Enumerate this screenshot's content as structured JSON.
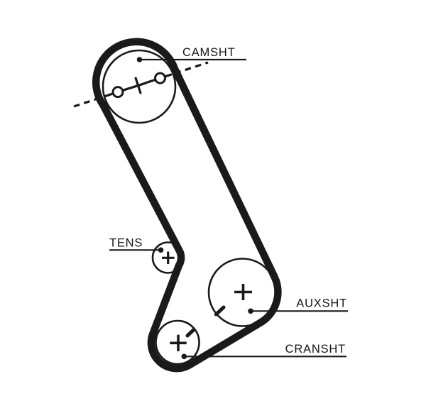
{
  "diagram": {
    "title": "timing-belt-routing-diagram",
    "background_color": "#ffffff",
    "ink_color": "#1a1a1a",
    "labels": {
      "camsht": "CAMSHT",
      "tens": "TENS",
      "auxsht": "AUXSHT",
      "cransht": "CRANSHT"
    },
    "pulleys": [
      {
        "id": "camshaft",
        "label": "CAMSHT",
        "marks": "alignment-dashed-line, two-circle-marks, center-cross"
      },
      {
        "id": "tensioner",
        "label": "TENS",
        "marks": "center-cross"
      },
      {
        "id": "auxiliary-shaft",
        "label": "AUXSHT",
        "marks": "center-cross, timing-tick"
      },
      {
        "id": "crankshaft",
        "label": "CRANSHT",
        "marks": "center-cross, timing-tick"
      }
    ]
  }
}
